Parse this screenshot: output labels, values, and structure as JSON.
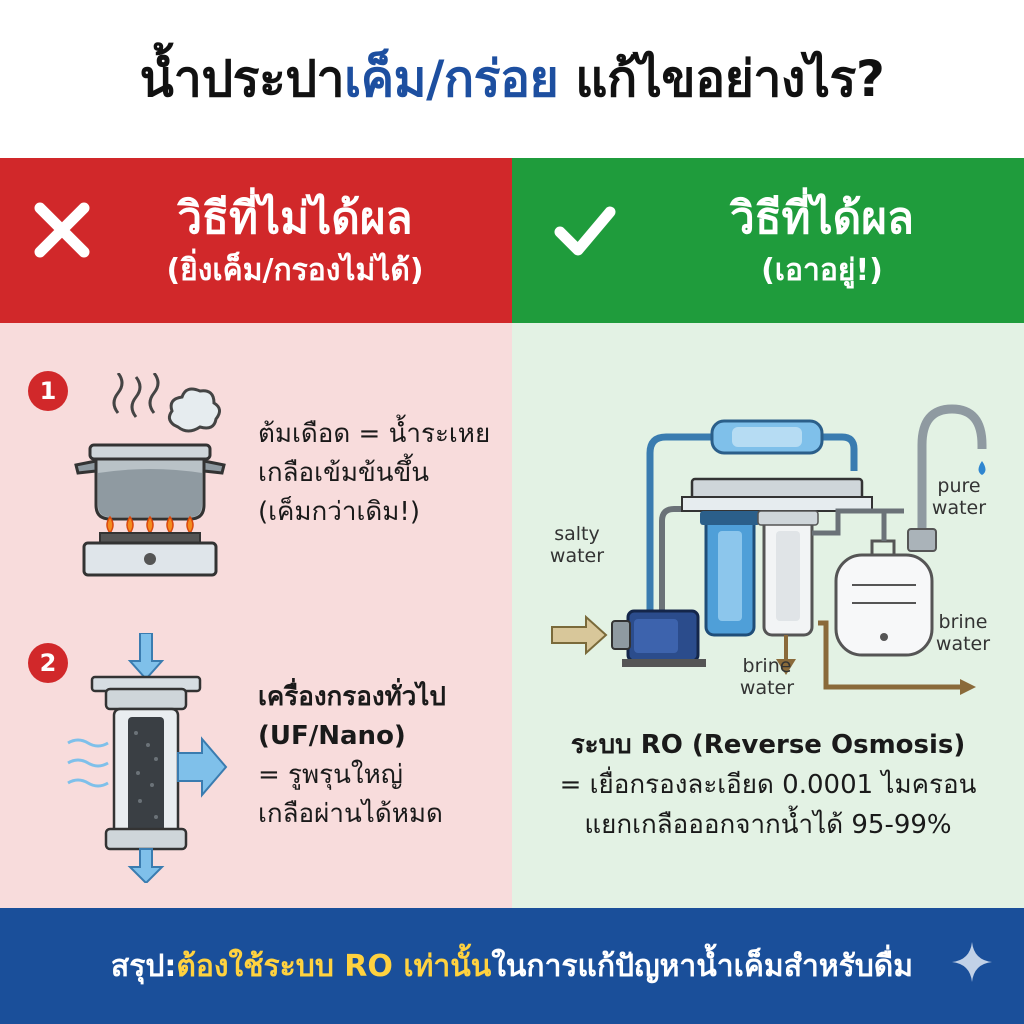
{
  "title": {
    "part1": "น้ำประปา",
    "highlight": "เค็ม/กร่อย",
    "part2": " แก้ไขอย่างไร?"
  },
  "bad": {
    "heading": "วิธีที่ไม่ได้ผล",
    "subheading": "(ยิ่งเค็ม/กรองไม่ได้)",
    "icon": "cross-icon",
    "color": "#d1282a",
    "items": [
      {
        "number": "1",
        "icon": "boiling-pot-icon",
        "lines": [
          "ต้มเดือด = น้ำระเหย",
          "เกลือเข้มข้นขึ้น",
          "(เค็มกว่าเดิม!)"
        ]
      },
      {
        "number": "2",
        "icon": "water-filter-cartridge-icon",
        "lines": [
          "เครื่องกรองทั่วไป",
          "(UF/Nano)",
          "= รูพรุนใหญ่",
          "เกลือผ่านได้หมด"
        ]
      }
    ]
  },
  "good": {
    "heading": "วิธีที่ได้ผล",
    "subheading": "(เอาอยู่!)",
    "icon": "check-icon",
    "color": "#1f9c3c",
    "diagram": {
      "icon": "ro-system-diagram",
      "labels": {
        "salty": "salty\nwater",
        "pure": "pure\nwater",
        "brine_left": "brine\nwater",
        "brine_right": "brine\nwater"
      }
    },
    "lines": [
      "ระบบ RO (Reverse Osmosis)",
      "= เยื่อกรองละเอียด 0.0001 ไมครอน",
      "แยกเกลือออกจากน้ำได้ 95-99%"
    ]
  },
  "footer": {
    "prefix": "สรุป: ",
    "highlight": "ต้องใช้ระบบ RO เท่านั้น",
    "suffix": "ในการแก้ปัญหาน้ำเค็มสำหรับดื่ม",
    "icon": "sparkle-icon"
  }
}
